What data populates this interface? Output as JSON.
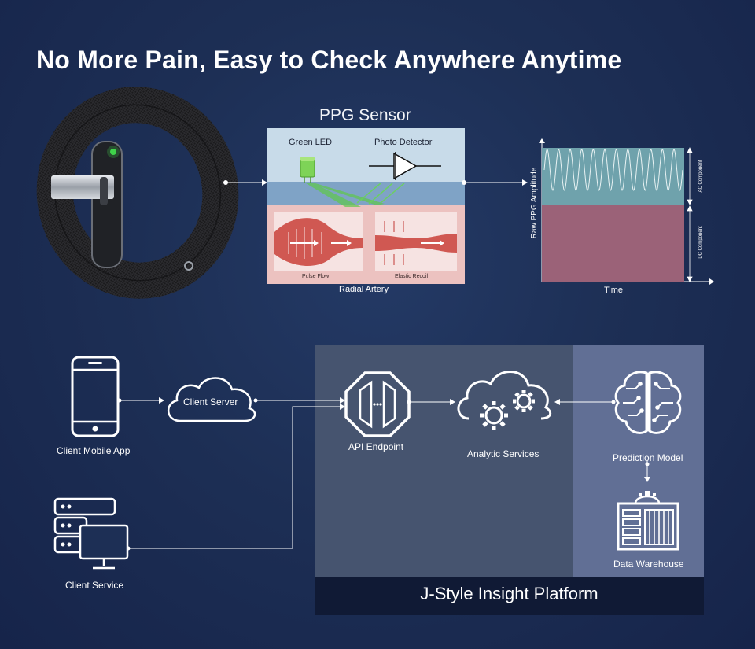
{
  "headline": "No More Pain, Easy to Check Anywhere Anytime",
  "ppg": {
    "title": "PPG Sensor",
    "green_led": "Green LED",
    "photo_detector": "Photo Detector",
    "pulse_flow": "Pulse Flow",
    "elastic_recoil": "Elastic Recoil",
    "radial_artery": "Radial Artery"
  },
  "signal_chart": {
    "ylabel": "Raw PPG Amplitude",
    "xlabel": "Time",
    "ac_label": "AC Component",
    "dc_label": "DC Component"
  },
  "architecture": {
    "client_mobile_app": "Client Mobile App",
    "client_server": "Client Server",
    "client_service": "Client Service",
    "api_endpoint": "API Endpoint",
    "analytic_services": "Analytic Services",
    "prediction_model": "Prediction Model",
    "data_warehouse": "Data Warehouse",
    "platform_name": "J-Style Insight Platform"
  },
  "colors": {
    "background": "#1d2f55",
    "led_green": "#3fd34a",
    "ac_band": "#6fa2ac",
    "dc_band": "#9b6278",
    "panel_left": "#46546f",
    "panel_right": "#616f95",
    "platform_bar": "#101a35"
  }
}
